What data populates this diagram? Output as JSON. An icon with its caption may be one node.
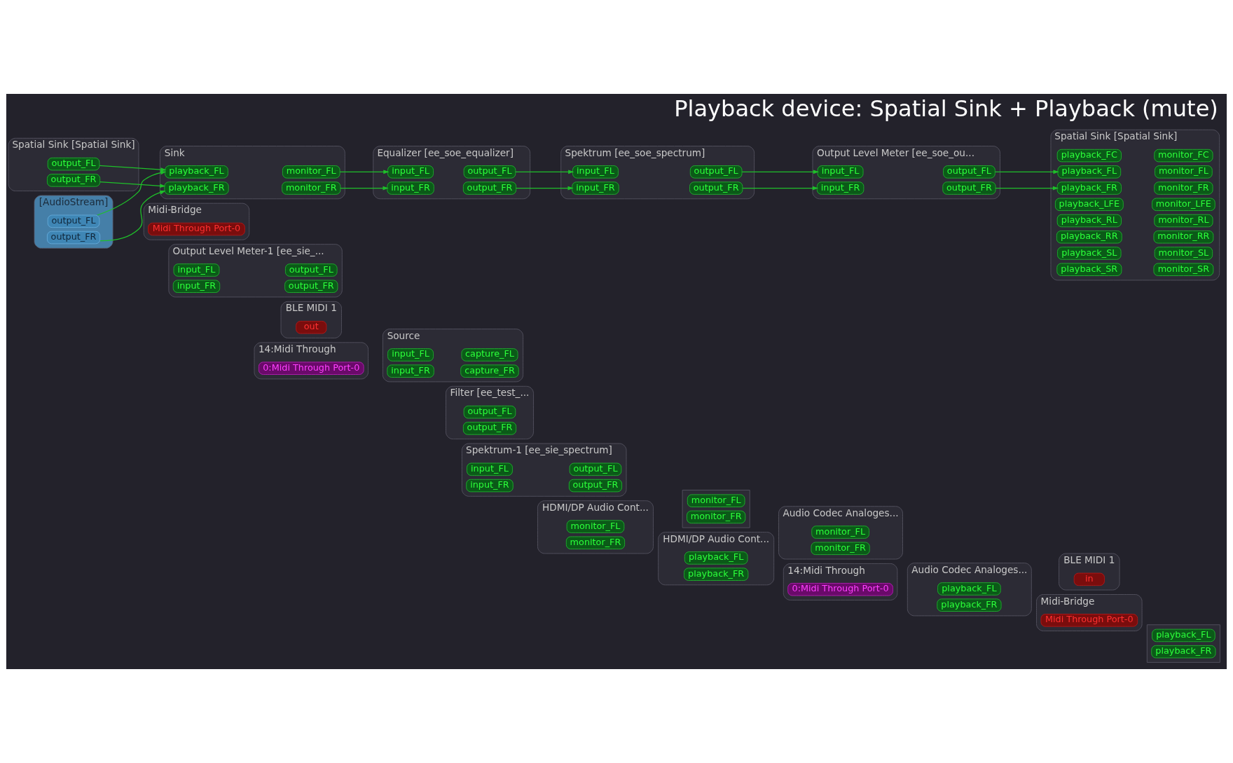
{
  "diagram": {
    "title": "Playback device: Spatial Sink + Playback (mute)",
    "nodes": [
      {
        "text": [
          "Midi-Bridge"
        ]
      },
      {
        "text": [
          "Midi Through Port-0"
        ],
        "in": 0
      },
      {
        "text": [
          "Audio Codec Analoges..."
        ]
      },
      {
        "text": [
          "playback_FL"
        ],
        "in": 2
      },
      {
        "text": [
          "playback_FR"
        ],
        "in": 2
      },
      {
        "text": [
          "BLE MIDI 1"
        ]
      },
      {
        "text": [
          "in"
        ],
        "in": 5
      },
      {
        "text": [
          "Equalizer [ee_soe_equalizer]"
        ]
      },
      {
        "text": [
          "input_FL"
        ],
        "in": 7
      },
      {
        "text": [
          "input_FR"
        ],
        "in": 7
      },
      {
        "text": [
          "output_FL"
        ],
        "in": 7
      },
      {
        "text": [
          "output_FR"
        ],
        "in": 7
      },
      {
        "text": [
          "Spektrum [ee_soe_spectrum]"
        ]
      },
      {
        "text": [
          "input_FL"
        ],
        "in": 12
      },
      {
        "text": [
          "input_FR"
        ],
        "in": 12
      },
      {
        "text": [
          "output_FL"
        ],
        "in": 12
      },
      {
        "text": [
          "output_FR"
        ],
        "in": 12
      },
      {
        "text": [
          "Output Level Meter [ee_soe_ou..."
        ]
      },
      {
        "text": [
          "input_FL"
        ],
        "in": 17
      },
      {
        "text": [
          "input_FR"
        ],
        "in": 17
      },
      {
        "text": [
          "output_FL"
        ],
        "in": 17
      },
      {
        "text": [
          "output_FR"
        ],
        "in": 17
      },
      {
        "text": [],
        "shape": "box"
      },
      {
        "text": [
          "playback_FL"
        ],
        "in": 22
      },
      {
        "text": [
          "playback_FR"
        ],
        "in": 22
      },
      {
        "text": [
          "Source"
        ]
      },
      {
        "text": [
          "input_FL"
        ],
        "in": 25
      },
      {
        "text": [
          "input_FR"
        ],
        "in": 25
      },
      {
        "text": [
          "capture_FL"
        ],
        "in": 25
      },
      {
        "text": [
          "capture_FR"
        ],
        "in": 25
      },
      {
        "text": [
          "Spatial Sink [Spatial Sink]"
        ]
      },
      {
        "text": [
          "playback_FC"
        ],
        "in": 30
      },
      {
        "text": [
          "playback_FL"
        ],
        "in": 30
      },
      {
        "text": [
          "playback_FR"
        ],
        "in": 30
      },
      {
        "text": [
          "playback_LFE"
        ],
        "in": 30
      },
      {
        "text": [
          "playback_RL"
        ],
        "in": 30
      },
      {
        "text": [
          "playback_RR"
        ],
        "in": 30
      },
      {
        "text": [
          "playback_SL"
        ],
        "in": 30
      },
      {
        "text": [
          "playback_SR"
        ],
        "in": 30
      },
      {
        "text": [
          "monitor_FC"
        ],
        "in": 30
      },
      {
        "text": [
          "monitor_FL"
        ],
        "in": 30
      },
      {
        "text": [
          "monitor_FR"
        ],
        "in": 30
      },
      {
        "text": [
          "monitor_LFE"
        ],
        "in": 30
      },
      {
        "text": [
          "monitor_RL"
        ],
        "in": 30
      },
      {
        "text": [
          "monitor_RR"
        ],
        "in": 30
      },
      {
        "text": [
          "monitor_SL"
        ],
        "in": 30
      },
      {
        "text": [
          "monitor_SR"
        ],
        "in": 30
      },
      {
        "text": [],
        "shape": "box"
      },
      {
        "text": [
          "monitor_FL"
        ],
        "in": 47
      },
      {
        "text": [
          "monitor_FR"
        ],
        "in": 47
      },
      {
        "text": [
          "Filter [ee_test_..."
        ]
      },
      {
        "text": [
          "output_FL"
        ],
        "in": 50
      },
      {
        "text": [
          "output_FR"
        ],
        "in": 50
      },
      {
        "text": [
          "Midi-Bridge"
        ]
      },
      {
        "text": [
          "Midi Through Port-0"
        ],
        "in": 53
      },
      {
        "text": [
          "Audio Codec Analoges..."
        ]
      },
      {
        "text": [
          "monitor_FL"
        ],
        "in": 55
      },
      {
        "text": [
          "monitor_FR"
        ],
        "in": 55
      },
      {
        "text": [
          "Spatial Sink [Spatial Sink]"
        ]
      },
      {
        "text": [
          "output_FL"
        ],
        "in": 58
      },
      {
        "text": [
          "output_FR"
        ],
        "in": 58
      },
      {
        "text": [
          "BLE MIDI 1"
        ]
      },
      {
        "text": [
          "out"
        ],
        "in": 61
      },
      {
        "text": [
          "Sink"
        ]
      },
      {
        "text": [
          "playback_FL"
        ],
        "in": 63
      },
      {
        "text": [
          "playback_FR"
        ],
        "in": 63
      },
      {
        "text": [
          "monitor_FL"
        ],
        "in": 63
      },
      {
        "text": [
          "monitor_FR"
        ],
        "in": 63
      },
      {
        "text": [
          "HDMI/DP Audio Cont..."
        ]
      },
      {
        "text": [
          "playback_FL"
        ],
        "in": 68
      },
      {
        "text": [
          "playback_FR"
        ],
        "in": 68
      },
      {
        "text": [
          "Output Level Meter-1 [ee_sie_..."
        ]
      },
      {
        "text": [
          "input_FL"
        ],
        "in": 71
      },
      {
        "text": [
          "input_FR"
        ],
        "in": 71
      },
      {
        "text": [
          "output_FL"
        ],
        "in": 71
      },
      {
        "text": [
          "output_FR"
        ],
        "in": 71
      },
      {
        "text": [
          "[AudioStream]"
        ]
      },
      {
        "text": [
          "output_FL"
        ],
        "in": 76
      },
      {
        "text": [
          "output_FR"
        ],
        "in": 76
      },
      {
        "text": [
          "HDMI/DP Audio Cont..."
        ]
      },
      {
        "text": [
          "monitor_FL"
        ],
        "in": 79
      },
      {
        "text": [
          "monitor_FR"
        ],
        "in": 79
      },
      {
        "text": [
          "14:Midi Through"
        ]
      },
      {
        "text": [
          "0:Midi Through Port-0"
        ],
        "in": 82
      },
      {
        "text": [
          "14:Midi Through"
        ]
      },
      {
        "text": [
          "0:Midi Through Port-0"
        ],
        "in": 84
      },
      {
        "text": [
          "Spektrum-1 [ee_sie_spectrum]"
        ]
      },
      {
        "text": [
          "input_FL"
        ],
        "in": 86
      },
      {
        "text": [
          "input_FR"
        ],
        "in": 86
      },
      {
        "text": [
          "output_FL"
        ],
        "in": 86
      },
      {
        "text": [
          "output_FR"
        ],
        "in": 86
      }
    ],
    "edges": [
      {
        "from": 66,
        "to": 8,
        "arrow": "to"
      },
      {
        "from": 67,
        "to": 9,
        "arrow": "to"
      },
      {
        "from": 10,
        "to": 13,
        "arrow": "to"
      },
      {
        "from": 11,
        "to": 14,
        "arrow": "to"
      },
      {
        "from": 15,
        "to": 18,
        "arrow": "to"
      },
      {
        "from": 16,
        "to": 19,
        "arrow": "to"
      },
      {
        "from": 20,
        "to": 32,
        "arrow": "to"
      },
      {
        "from": 21,
        "to": 33,
        "arrow": "to"
      },
      {
        "from": 59,
        "to": 64,
        "arrow": "to"
      },
      {
        "from": 60,
        "to": 65,
        "arrow": "to"
      },
      {
        "from": 77,
        "to": 64,
        "arrow": "to"
      },
      {
        "from": 78,
        "to": 65,
        "arrow": "to"
      }
    ]
  }
}
